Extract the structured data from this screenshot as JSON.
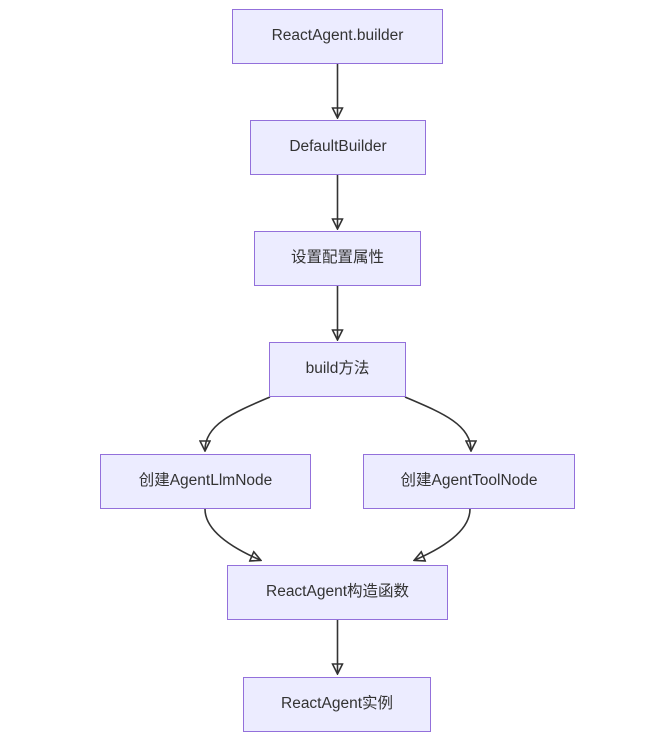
{
  "diagram": {
    "type": "flowchart",
    "direction": "top-down",
    "nodes": [
      {
        "id": "A",
        "label": "ReactAgent.builder"
      },
      {
        "id": "B",
        "label": "DefaultBuilder"
      },
      {
        "id": "C",
        "label": "设置配置属性"
      },
      {
        "id": "D",
        "label": "build方法"
      },
      {
        "id": "E",
        "label": "创建AgentLlmNode"
      },
      {
        "id": "F",
        "label": "创建AgentToolNode"
      },
      {
        "id": "G",
        "label": "ReactAgent构造函数"
      },
      {
        "id": "H",
        "label": "ReactAgent实例"
      }
    ],
    "edges": [
      {
        "from": "ReactAgent.builder",
        "to": "DefaultBuilder"
      },
      {
        "from": "DefaultBuilder",
        "to": "设置配置属性"
      },
      {
        "from": "设置配置属性",
        "to": "build方法"
      },
      {
        "from": "build方法",
        "to": "创建AgentLlmNode"
      },
      {
        "from": "build方法",
        "to": "创建AgentToolNode"
      },
      {
        "from": "创建AgentLlmNode",
        "to": "ReactAgent构造函数"
      },
      {
        "from": "创建AgentToolNode",
        "to": "ReactAgent构造函数"
      },
      {
        "from": "ReactAgent构造函数",
        "to": "ReactAgent实例"
      }
    ],
    "colors": {
      "node_fill": "#ECECFF",
      "node_border": "#9370DB",
      "edge": "#333333",
      "text": "#333333",
      "background": "#ffffff"
    }
  }
}
